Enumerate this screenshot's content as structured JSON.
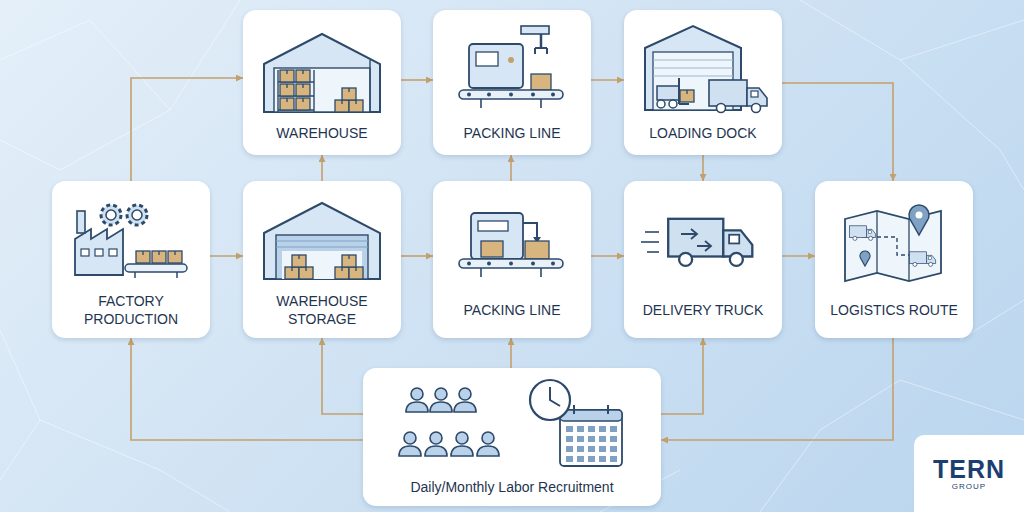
{
  "diagram": {
    "nodes": [
      {
        "text": [
          "WAREHOUSE"
        ]
      },
      {
        "text": [
          "PACKING LINE"
        ]
      },
      {
        "text": [
          "LOADING DOCK"
        ]
      },
      {
        "text": [
          "FACTORY PRODUCTION"
        ]
      },
      {
        "text": [
          "WAREHOUSE STORAGE"
        ]
      },
      {
        "text": [
          "PACKING LINE"
        ]
      },
      {
        "text": [
          "DELIVERY TRUCK"
        ]
      },
      {
        "text": [
          "LOGISTICS ROUTE"
        ]
      },
      {
        "text": [
          "Daily/Monthly Labor Recruitment"
        ]
      }
    ],
    "edges": [
      {
        "from": 3,
        "to": 0,
        "arrow": "to"
      },
      {
        "from": 3,
        "to": 4,
        "arrow": "to"
      },
      {
        "from": 0,
        "to": 1,
        "arrow": "to"
      },
      {
        "from": 1,
        "to": 2,
        "arrow": "to"
      },
      {
        "from": 2,
        "to": 7,
        "arrow": "to"
      },
      {
        "from": 4,
        "to": 0,
        "arrow": "to"
      },
      {
        "from": 4,
        "to": 5,
        "arrow": "to"
      },
      {
        "from": 5,
        "to": 1,
        "arrow": "to"
      },
      {
        "from": 2,
        "to": 6,
        "arrow": "to"
      },
      {
        "from": 5,
        "to": 6,
        "arrow": "to"
      },
      {
        "from": 6,
        "to": 7,
        "arrow": "to"
      },
      {
        "from": 8,
        "to": 3,
        "arrow": "to"
      },
      {
        "from": 8,
        "to": 4,
        "arrow": "to"
      },
      {
        "from": 8,
        "to": 5,
        "arrow": "to"
      },
      {
        "from": 8,
        "to": 6,
        "arrow": "to"
      },
      {
        "from": 7,
        "to": 8,
        "arrow": "to"
      }
    ],
    "labels": [
      "TERN",
      "GROUP"
    ]
  }
}
